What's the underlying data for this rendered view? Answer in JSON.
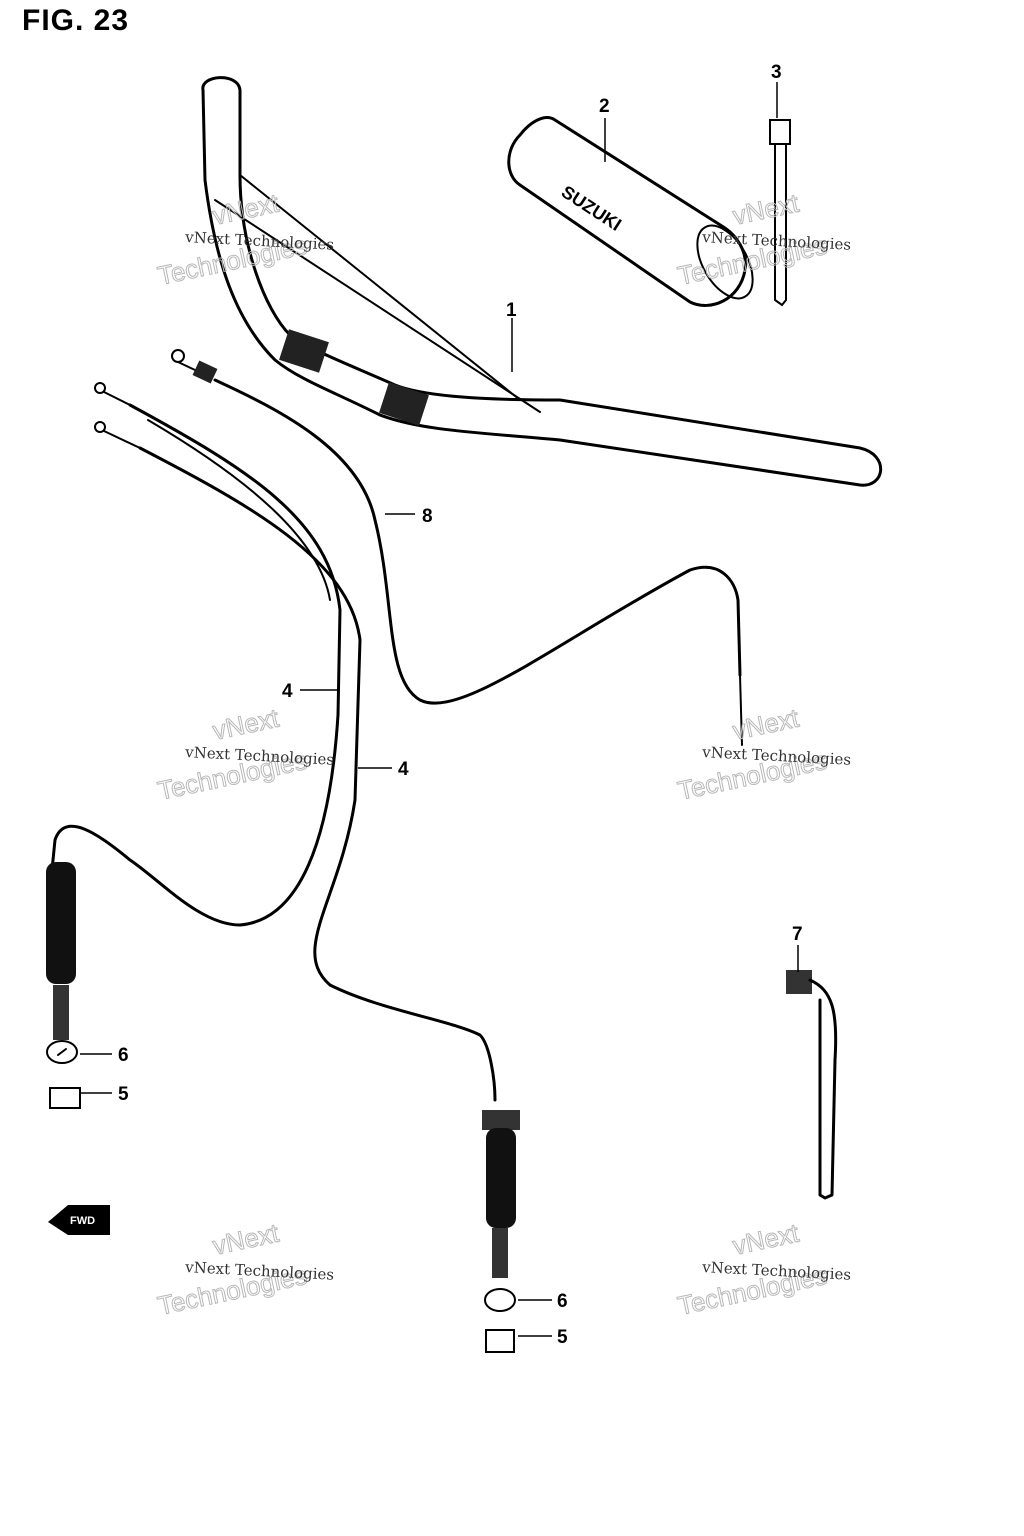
{
  "figure": {
    "title": "FIG. 23"
  },
  "callouts": [
    {
      "number": "1"
    },
    {
      "number": "2"
    },
    {
      "number": "3"
    },
    {
      "number": "8"
    },
    {
      "number": "4"
    },
    {
      "number": "4"
    },
    {
      "number": "7"
    },
    {
      "number": "6"
    },
    {
      "number": "5"
    },
    {
      "number": "6"
    },
    {
      "number": "5"
    }
  ],
  "grip_brand": "SUZUKI",
  "direction_marker": "FWD",
  "watermark": {
    "line1": "vNext Technologies",
    "line2": "Technologies",
    "line3": "vNext"
  }
}
